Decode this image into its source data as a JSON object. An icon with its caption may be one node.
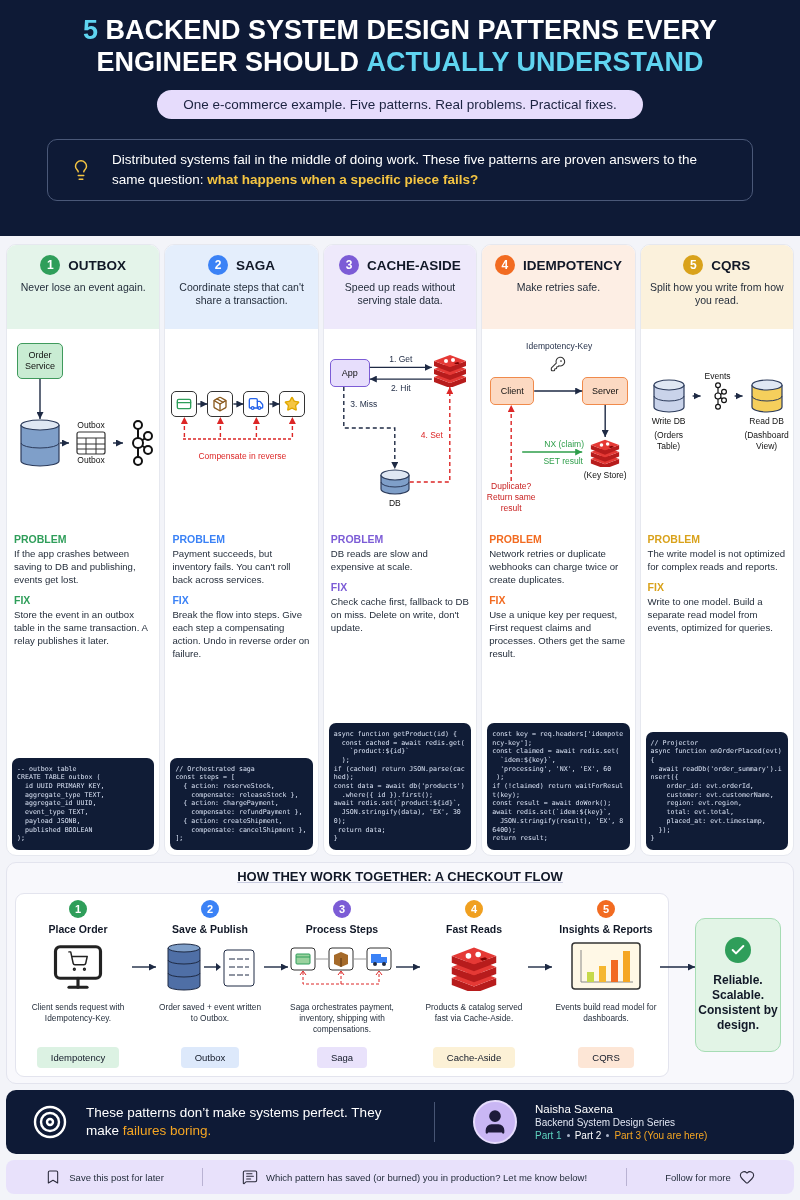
{
  "diagram": {
    "title": "**5** BACKEND SYSTEM DESIGN PATTERNS EVERY ENGINEER SHOULD **ACTUALLY UNDERSTAND**",
    "nodes": [
      {
        "text": [
          "One e-commerce example. Five patterns. Real problems. Practical fixes."
        ]
      },
      {
        "text": [
          "Distributed systems fail in the middle of doing work. These five patterns are proven answers to the same question: **what happens when a specific piece fails?**"
        ]
      },
      {
        "text": [
          "1",
          "OUTBOX",
          "Never lose an event again.",
          "PROBLEM",
          "If the app crashes between saving to DB and publishing, events get lost.",
          "FIX",
          "Store the event in an outbox table in the same transaction. A relay publishes it later."
        ]
      },
      {
        "text": [
          "Order Service"
        ],
        "in": 2
      },
      {
        "text": [],
        "shape": "cylinder",
        "in": 2
      },
      {
        "text": [
          "Outbox"
        ],
        "beside": [
          "Outbox"
        ],
        "in": 2
      },
      {
        "text": [],
        "shape": "picture",
        "in": 2
      },
      {
        "text": [
          "-- outbox table",
          "CREATE TABLE outbox (",
          "  id UUID PRIMARY KEY,",
          "  aggregate_type TEXT,",
          "  aggregate_id UUID,",
          "  event_type TEXT,",
          "  payload JSONB,",
          "  published BOOLEAN",
          ");"
        ],
        "in": 2
      },
      {
        "text": [
          "2",
          "SAGA",
          "Coordinate steps that can't share a transaction.",
          "PROBLEM",
          "Payment succeeds, but inventory fails. You can't roll back across services.",
          "FIX",
          "Break the flow into steps. Give each step a compensating action. Undo in reverse order on failure."
        ]
      },
      {
        "text": [],
        "shape": "box",
        "in": 8
      },
      {
        "text": [],
        "shape": "box",
        "in": 8
      },
      {
        "text": [],
        "shape": "box",
        "in": 8
      },
      {
        "text": [],
        "shape": "box",
        "in": 8
      },
      {
        "text": [
          "// Orchestrated saga",
          "const steps = [",
          "  { action: reserveStock,",
          "    compensate: releaseStock },",
          "  { action: chargePayment,",
          "    compensate: refundPayment },",
          "  { action: createShipment,",
          "    compensate: cancelShipment },",
          "];"
        ],
        "in": 8
      },
      {
        "text": [
          "3",
          "CACHE-ASIDE",
          "Speed up reads without serving stale data.",
          "PROBLEM",
          "DB reads are slow and expensive at scale.",
          "FIX",
          "Check cache first, fallback to DB on miss. Delete on write, don't update."
        ]
      },
      {
        "text": [
          "App"
        ],
        "in": 14
      },
      {
        "text": [],
        "shape": "picture",
        "in": 14
      },
      {
        "text": [
          "DB"
        ],
        "in": 14
      },
      {
        "text": [
          "async function getProduct(id) {",
          "  const cached = await redis.get(",
          "    `product:${id}`",
          "  );",
          "if (cached) return JSON.parse(cached);",
          "const data = await db('products')",
          "  .where({ id }).first();",
          "await redis.set(`product:${id}`,",
          "  JSON.stringify(data), 'EX', 300);",
          " return data;",
          "}"
        ],
        "in": 14
      },
      {
        "text": [
          "4",
          "IDEMPOTENCY",
          "Make retries safe.",
          "PROBLEM",
          "Network retries or duplicate webhooks can charge twice or create duplicates.",
          "FIX",
          "Use a unique key per request, First request claims and processes. Others get the same result."
        ]
      },
      {
        "text": [
          "Client"
        ],
        "in": 19
      },
      {
        "text": [
          "Server"
        ],
        "in": 19
      },
      {
        "text": [
          "(Key Store)"
        ],
        "in": 19
      },
      {
        "text": [
          "Duplicate? Return same result"
        ],
        "in": 19
      },
      {
        "text": [
          "const key = req.headers['idempotency-key'];",
          "const claimed = await redis.set(",
          "  `idem:${key}`,",
          "  'processing', 'NX', 'EX', 60",
          " );",
          "if (!claimed) return waitForResult(key);",
          "const result = await doWork();",
          "await redis.set(`idem:${key}`,",
          "  JSON.stringify(result), 'EX', 86400);",
          "return result;"
        ],
        "in": 19
      },
      {
        "text": [
          "5",
          "CQRS",
          "Split how you write from how you read.",
          "PROBLEM",
          "The write model is not optimized for complex reads and reports.",
          "FIX",
          "Write to one model. Build a separate read model from events, optimized for queries."
        ]
      },
      {
        "text": [
          "Write DB",
          "(Orders Table)"
        ],
        "in": 25
      },
      {
        "text": [
          "Events"
        ],
        "in": 25
      },
      {
        "text": [
          "Read DB",
          "(Dashboard View)"
        ],
        "in": 25
      },
      {
        "text": [
          "// Projector",
          "async function onOrderPlaced(evt) {",
          "  await readDb('order_summary').insert({",
          "    order_id: evt.orderId,",
          "    customer: evt.customerName,",
          "    region: evt.region,",
          "    total: evt.total,",
          "    placed_at: evt.timestamp,",
          "  });",
          "}"
        ],
        "in": 25
      },
      {
        "text": [
          "HOW THEY WORK TOGETHER: A CHECKOUT FLOW"
        ]
      },
      {
        "text": [
          "1",
          "Place Order",
          "Client sends request with Idempotency-Key."
        ],
        "in": 30
      },
      {
        "text": [
          "Idempotency"
        ],
        "in": 30
      },
      {
        "text": [
          "2",
          "Save & Publish",
          "Order saved + event written to Outbox."
        ],
        "in": 30
      },
      {
        "text": [
          "Outbox"
        ],
        "in": 30
      },
      {
        "text": [
          "3",
          "Process Steps",
          "Saga orchestrates payment, inventory, shipping with compensations."
        ],
        "in": 30
      },
      {
        "text": [
          "Saga"
        ],
        "in": 30
      },
      {
        "text": [
          "4",
          "Fast Reads",
          "Products & catalog served fast via Cache-Aside."
        ],
        "in": 30
      },
      {
        "text": [
          "Cache-Aside"
        ],
        "in": 30
      },
      {
        "text": [
          "5",
          "Insights & Reports",
          "Events build read model for dashboards."
        ],
        "in": 30
      },
      {
        "text": [
          "CQRS"
        ],
        "in": 30
      },
      {
        "text": [
          "Reliable. Scalable. Consistent by design."
        ],
        "in": 30
      },
      {
        "text": [
          "These patterns don’t make systems perfect. They make **failures boring.**",
          "Naisha Saxena",
          "Backend System Design Series",
          "Part 1",
          "Part 2",
          "Part 3 (You are here)"
        ]
      },
      {
        "text": [
          "Save this post for later",
          "Which pattern has saved (or burned) you in production? Let me know below!",
          "Follow for more"
        ]
      }
    ],
    "edges": [
      {
        "from": 3,
        "to": 4,
        "arrow": "to"
      },
      {
        "from": 4,
        "to": 5,
        "arrow": "to"
      },
      {
        "from": 5,
        "to": 6,
        "arrow": "to"
      },
      {
        "from": 9,
        "to": 10,
        "arrow": "to"
      },
      {
        "from": 10,
        "to": 11,
        "arrow": "to"
      },
      {
        "from": 11,
        "to": 12,
        "arrow": "to"
      },
      {
        "from": null,
        "to": 9,
        "arrow": "to",
        "style": "dashed",
        "color": "#dc2626"
      },
      {
        "from": null,
        "to": 10,
        "arrow": "to",
        "style": "dashed",
        "color": "#dc2626"
      },
      {
        "from": null,
        "to": 11,
        "arrow": "to",
        "style": "dashed",
        "color": "#dc2626"
      },
      {
        "from": null,
        "to": 12,
        "arrow": "to",
        "style": "dashed",
        "color": "#dc2626"
      },
      {
        "from": 15,
        "to": 16,
        "arrow": "to",
        "label": "1. Get"
      },
      {
        "from": 16,
        "to": 15,
        "arrow": "to",
        "label": "2. Hit"
      },
      {
        "from": 15,
        "to": 17,
        "arrow": "to",
        "label": "3. Miss",
        "style": "dashed"
      },
      {
        "from": 17,
        "to": 16,
        "arrow": "to",
        "label": "4. Set",
        "style": "dashed",
        "color": "#dc2626"
      },
      {
        "from": 20,
        "to": 21,
        "arrow": "to"
      },
      {
        "from": 21,
        "to": 22,
        "arrow": "to"
      },
      {
        "from": null,
        "to": 22,
        "arrow": "to",
        "label": "NX (claim)",
        "color": "#2e9e4a"
      },
      {
        "from": 23,
        "to": 20,
        "arrow": "to",
        "style": "dashed",
        "color": "#dc2626"
      },
      {
        "from": 26,
        "to": 27,
        "arrow": "to"
      },
      {
        "from": 27,
        "to": 28,
        "arrow": "to"
      },
      {
        "from": 31,
        "to": 33,
        "arrow": "to"
      },
      {
        "from": 33,
        "to": 35,
        "arrow": "to"
      },
      {
        "from": 35,
        "to": 37,
        "arrow": "to"
      },
      {
        "from": 37,
        "to": 39,
        "arrow": "to"
      },
      {
        "from": 39,
        "to": 41,
        "arrow": "to"
      }
    ],
    "labels": [
      "Compensate in reverse",
      "Idempotency-Key",
      "SET result"
    ]
  }
}
